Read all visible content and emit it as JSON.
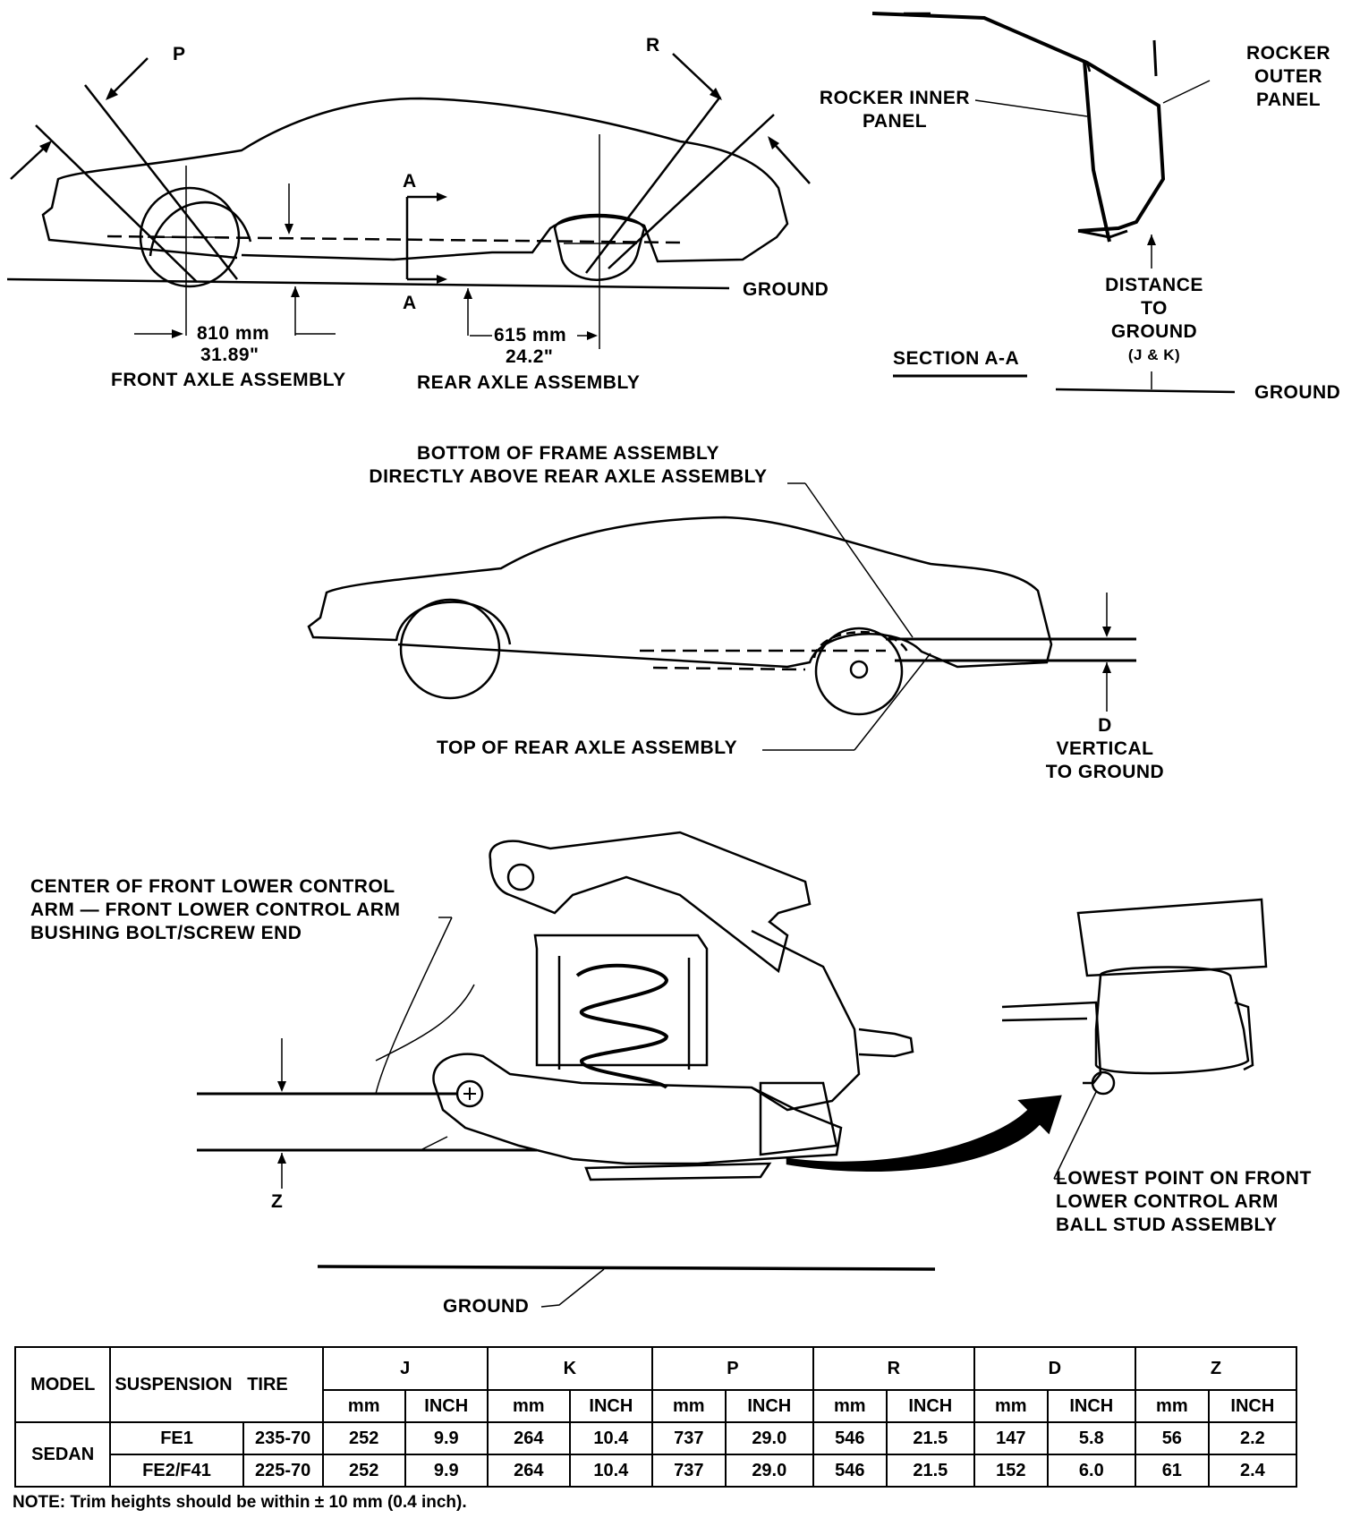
{
  "fig1": {
    "p": "P",
    "r": "R",
    "a_top": "A",
    "a_bottom": "A",
    "ground": "GROUND",
    "front_mm": "810 mm",
    "front_in": "31.89\"",
    "front_label": "FRONT AXLE ASSEMBLY",
    "rear_mm": "615 mm",
    "rear_in": "24.2\"",
    "rear_label": "REAR AXLE ASSEMBLY"
  },
  "section": {
    "rocker_inner": [
      "ROCKER INNER",
      "PANEL"
    ],
    "rocker_outer": [
      "ROCKER",
      "OUTER",
      "PANEL"
    ],
    "distance": [
      "DISTANCE",
      "TO",
      "GROUND",
      "(J & K)"
    ],
    "title": "SECTION A-A",
    "ground": "GROUND"
  },
  "fig2": {
    "bottom_frame": [
      "BOTTOM OF FRAME ASSEMBLY",
      "DIRECTLY ABOVE REAR AXLE ASSEMBLY"
    ],
    "top_rear_axle": "TOP OF REAR AXLE ASSEMBLY",
    "d": [
      "D",
      "VERTICAL",
      "TO GROUND"
    ]
  },
  "fig3": {
    "center_arm": [
      "CENTER OF FRONT LOWER CONTROL",
      "ARM — FRONT LOWER CONTROL ARM",
      "BUSHING BOLT/SCREW END"
    ],
    "z": "Z",
    "lowest_point": [
      "LOWEST POINT ON FRONT",
      "LOWER CONTROL ARM",
      "BALL STUD ASSEMBLY"
    ],
    "ground": "GROUND"
  },
  "table": {
    "headers": [
      "MODEL",
      "SUSPENSION",
      "TIRE"
    ],
    "groups": [
      "J",
      "K",
      "P",
      "R",
      "D",
      "Z"
    ],
    "units": [
      "mm",
      "INCH"
    ],
    "model": "SEDAN",
    "rows": [
      {
        "suspension": "FE1",
        "tire": "235-70",
        "values": [
          "252",
          "9.9",
          "264",
          "10.4",
          "737",
          "29.0",
          "546",
          "21.5",
          "147",
          "5.8",
          "56",
          "2.2"
        ]
      },
      {
        "suspension": "FE2/F41",
        "tire": "225-70",
        "values": [
          "252",
          "9.9",
          "264",
          "10.4",
          "737",
          "29.0",
          "546",
          "21.5",
          "152",
          "6.0",
          "61",
          "2.4"
        ]
      }
    ]
  },
  "note": "NOTE:  Trim heights should be within ± 10 mm (0.4 inch)."
}
